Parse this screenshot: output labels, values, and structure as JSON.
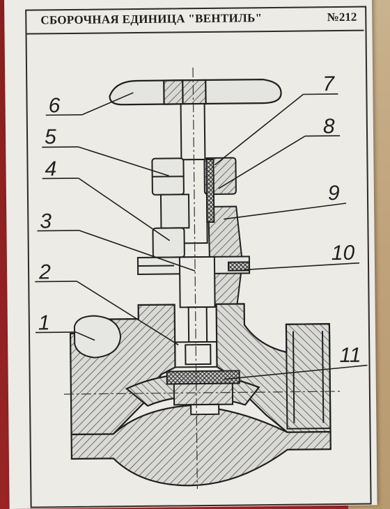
{
  "document": {
    "title": "СБОРОЧНАЯ ЕДИНИЦА \"ВЕНТИЛЬ\"",
    "number": "№212"
  },
  "callouts": {
    "c1": "1",
    "c2": "2",
    "c3": "3",
    "c4": "4",
    "c5": "5",
    "c6": "6",
    "c7": "7",
    "c8": "8",
    "c9": "9",
    "c10": "10",
    "c11": "11"
  },
  "colors": {
    "background": "#a82a2a",
    "paper": "#ecebe6",
    "ink": "#1f1f1f",
    "hatch_fill": "#d6d6d6"
  }
}
